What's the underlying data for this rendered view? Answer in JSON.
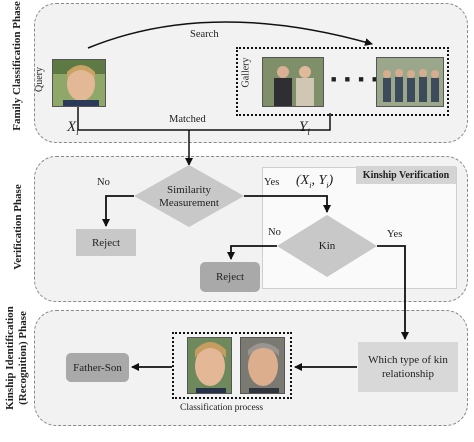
{
  "phases": {
    "family": "Family Classification Phase",
    "verification": "Verification Phase",
    "kinship": "Kinship Identification\n(Recognition) Phase"
  },
  "family": {
    "search": "Search",
    "query": "Query",
    "gallery": "Gallery",
    "matched": "Matched",
    "x_label": "X",
    "x_sub": "i",
    "y_label": "Y",
    "y_sub": "i",
    "dots": "■ ■ ■ ■"
  },
  "verification": {
    "similarity": "Similarity\nMeasurement",
    "no1": "No",
    "yes1": "Yes",
    "reject1": "Reject",
    "pair": "(X",
    "pair_sub1": "i",
    "pair_mid": ", Y",
    "pair_sub2": "i",
    "pair_end": ")",
    "kinship_verification": "Kinship Verification",
    "kin": "Kin",
    "no2": "No",
    "yes2": "Yes",
    "reject2": "Reject"
  },
  "kinship": {
    "father_son": "Father-Son",
    "classification_process": "Classification process",
    "which_type": "Which type of kin\nrelationship"
  },
  "colors": {
    "phase_bg": "#f2f2f2",
    "box_gray": "#c8c8c8",
    "dark_gray": "#a9a9a9",
    "arrow": "#111111"
  }
}
